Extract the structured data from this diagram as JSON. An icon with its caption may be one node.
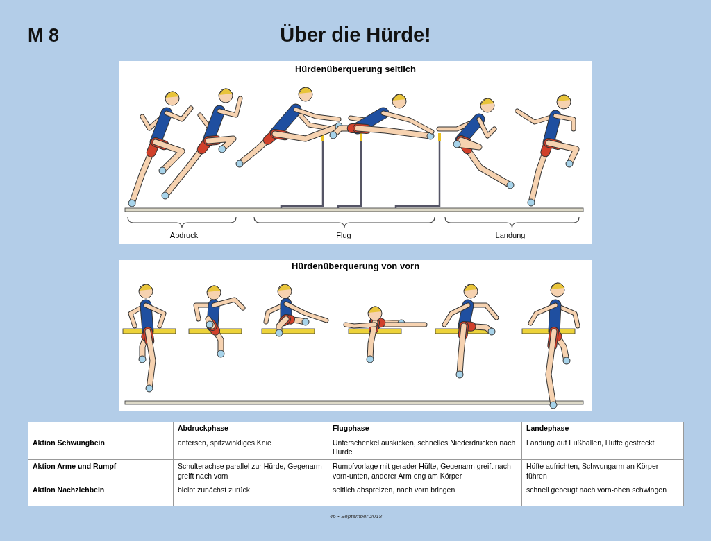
{
  "diagram": {
    "title": "Über die Hürde!",
    "labels": [
      "M 8",
      "Hürdenüberquerung seitlich",
      "Abdruck",
      "Flug",
      "Landung",
      "Hürdenüberquerung von vorn",
      "Abdruckphase",
      "Flugphase",
      "Landephase",
      "Aktion Schwungbein",
      "anfersen, spitzwinkliges Knie",
      "Unterschenkel auskicken, schnelles Niederdrücken nach Hürde",
      "Landung auf Fußballen, Hüfte gestreckt",
      "Aktion Arme und Rumpf",
      "Schulterachse parallel zur Hürde, Gegenarm greift nach vorn",
      "Rumpfvorlage mit gerader Hüfte, Gegenarm greift nach vorn-unten, anderer Arm eng am Körper",
      "Hüfte aufrichten, Schwungarm an Körper führen",
      "Aktion Nachziehbein",
      "bleibt zunächst zurück",
      "seitlich abspreizen, nach vorn bringen",
      "schnell gebeugt nach vorn-oben schwingen",
      "46 • September 2018"
    ]
  }
}
